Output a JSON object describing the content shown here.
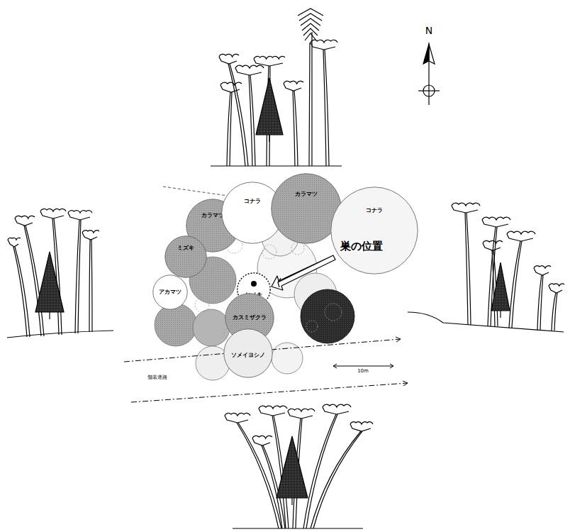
{
  "diagram": {
    "nodes": [
      {
        "text": [
          "カラマツ"
        ]
      },
      {
        "text": [
          "コナラ"
        ]
      },
      {
        "text": [
          "カラマツ"
        ]
      },
      {
        "text": [
          "コナラ"
        ]
      },
      {
        "text": [
          "ミズキ"
        ]
      },
      {
        "text": [
          "アカマツ"
        ]
      },
      {
        "text": [
          "ヒノキ"
        ]
      },
      {
        "text": [
          "カスミザクラ"
        ]
      },
      {
        "text": [
          "ソメイヨシノ"
        ]
      }
    ],
    "labels": [
      "N",
      "巣の位置",
      "10m",
      "舗装道路"
    ]
  }
}
